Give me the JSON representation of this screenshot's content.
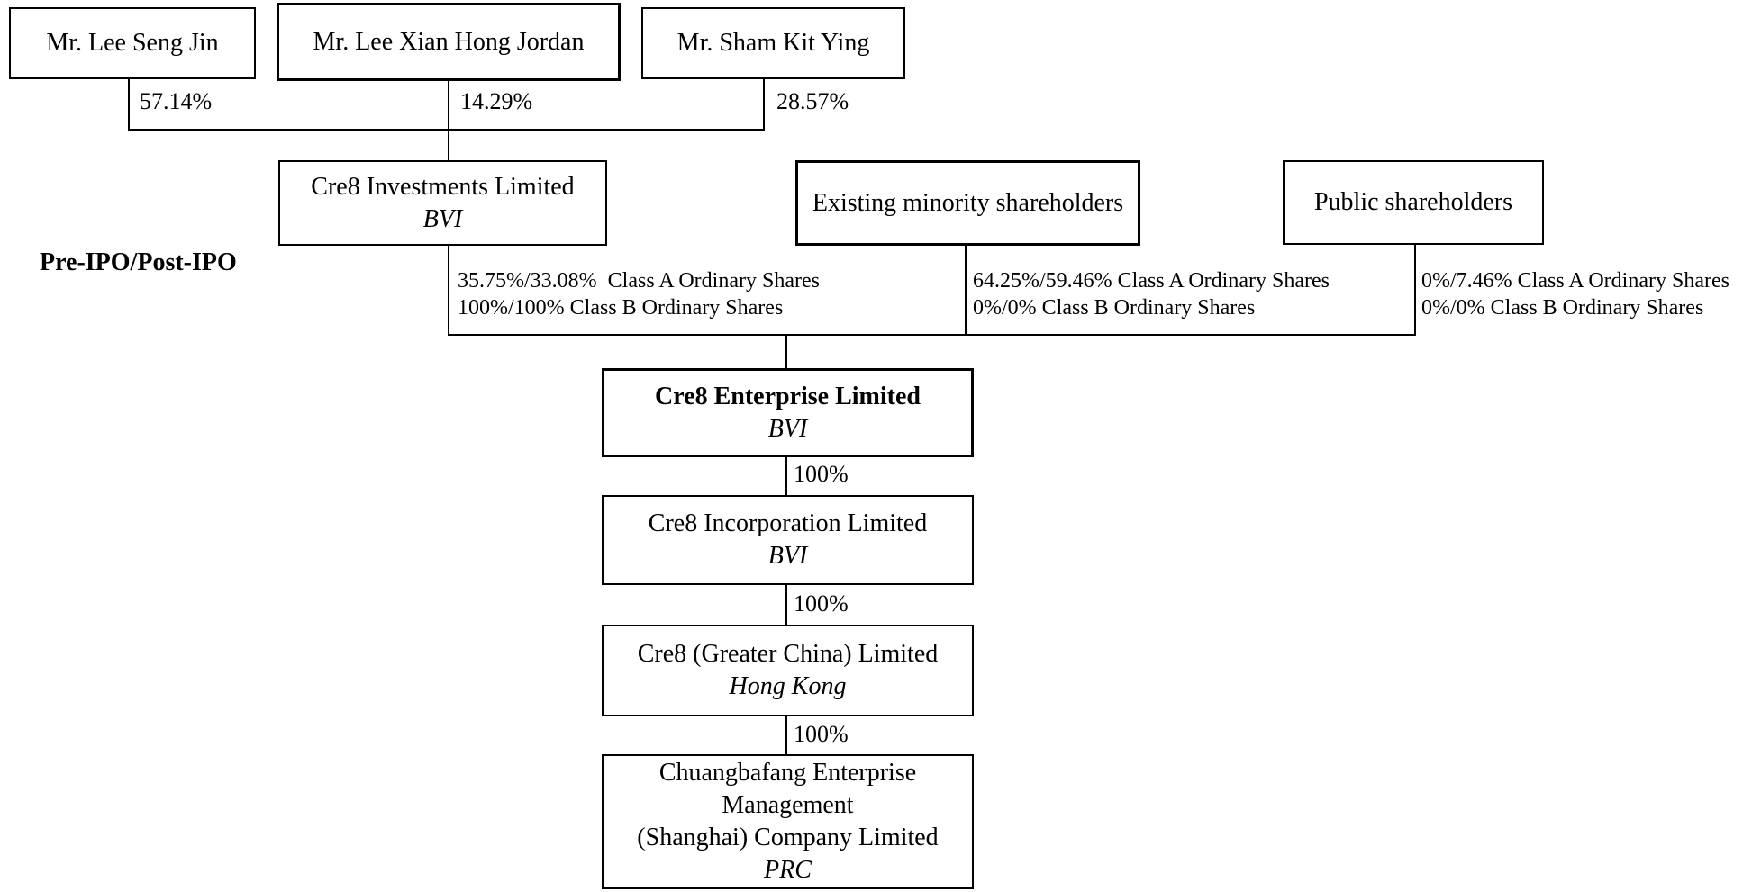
{
  "stage_label": "Pre-IPO/Post-IPO",
  "individual_shareholders": [
    {
      "name": "Mr. Lee Seng Jin",
      "ownership": "57.14%"
    },
    {
      "name": "Mr. Lee Xian Hong Jordan",
      "ownership": "14.29%"
    },
    {
      "name": "Mr. Sham Kit Ying",
      "ownership": "28.57%"
    }
  ],
  "holding_entities": [
    {
      "name": "Cre8 Investments Limited",
      "jurisdiction": "BVI",
      "holdings": [
        "35.75%/33.08%  Class A Ordinary Shares",
        "100%/100% Class B Ordinary Shares"
      ]
    },
    {
      "name": "Existing minority shareholders",
      "holdings": [
        "64.25%/59.46% Class A Ordinary Shares",
        "0%/0% Class B Ordinary Shares"
      ]
    },
    {
      "name": "Public shareholders",
      "holdings": [
        "0%/7.46% Class A Ordinary Shares",
        "0%/0% Class B Ordinary Shares"
      ]
    }
  ],
  "subsidiary_chain": [
    {
      "name": "Cre8 Enterprise Limited",
      "jurisdiction": "BVI"
    },
    {
      "ownership": "100%",
      "name": "Cre8 Incorporation Limited",
      "jurisdiction": "BVI"
    },
    {
      "ownership": "100%",
      "name": "Cre8 (Greater China) Limited",
      "jurisdiction": "Hong Kong"
    },
    {
      "ownership": "100%",
      "name_lines": [
        "Chuangbafang Enterprise",
        "Management",
        "(Shanghai) Company Limited"
      ],
      "jurisdiction": "PRC"
    }
  ]
}
